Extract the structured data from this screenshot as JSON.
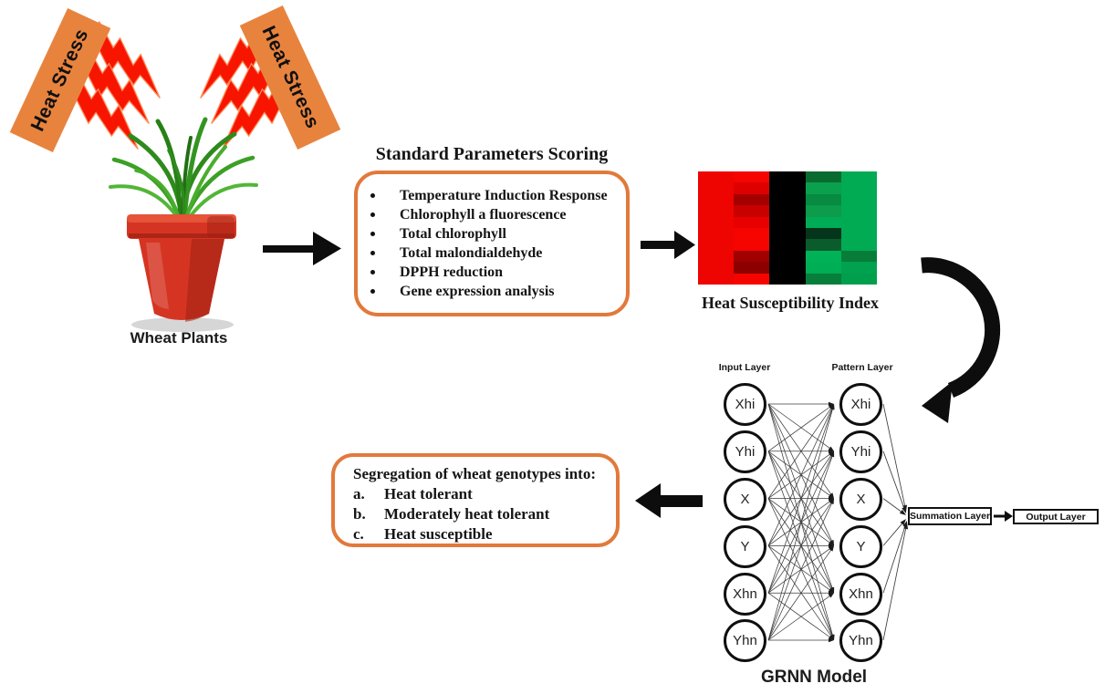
{
  "heat_stress": {
    "banner_left": "Heat Stress",
    "banner_right": "Heat Stress"
  },
  "plant": {
    "caption": "Wheat Plants"
  },
  "params": {
    "title": "Standard Parameters Scoring",
    "items": [
      "Temperature Induction Response",
      "Chlorophyll a fluorescence",
      "Total chlorophyll",
      "Total malondialdehyde",
      "DPPH reduction",
      "Gene expression analysis"
    ]
  },
  "hsi": {
    "caption": "Heat Susceptibility Index",
    "heatmap_cells": [
      [
        "#EE0400",
        "#F50400",
        "#000000",
        "#0A6B31",
        "#00AB53"
      ],
      [
        "#EE0400",
        "#DE0000",
        "#000000",
        "#0AA04E",
        "#00AB53"
      ],
      [
        "#EE0400",
        "#A50000",
        "#000000",
        "#078A41",
        "#00AB53"
      ],
      [
        "#EE0400",
        "#C90000",
        "#000000",
        "#0C9C4B",
        "#00AB53"
      ],
      [
        "#EE0400",
        "#E80000",
        "#000000",
        "#00AC55",
        "#00AB53"
      ],
      [
        "#EE0400",
        "#F50400",
        "#000000",
        "#05351B",
        "#00AB53"
      ],
      [
        "#EE0400",
        "#F50400",
        "#000000",
        "#0B5C2D",
        "#00AB53"
      ],
      [
        "#EE0400",
        "#A00000",
        "#000000",
        "#00B257",
        "#077D39"
      ],
      [
        "#EE0400",
        "#8C0000",
        "#000000",
        "#00AE55",
        "#00A14F"
      ],
      [
        "#EE0400",
        "#F50400",
        "#000000",
        "#087E3B",
        "#009F4D"
      ]
    ]
  },
  "grnn": {
    "caption": "GRNN Model",
    "input_layer_label": "Input Layer",
    "pattern_layer_label": "Pattern Layer",
    "nodes": [
      "Xhi",
      "Yhi",
      "X",
      "Y",
      "Xhn",
      "Yhn"
    ],
    "summation_label": "Summation Layer",
    "output_label": "Output Layer"
  },
  "segregation": {
    "title": "Segregation of wheat genotypes into:",
    "items": [
      {
        "key": "a.",
        "label": "Heat tolerant"
      },
      {
        "key": "b.",
        "label": "Moderately heat tolerant"
      },
      {
        "key": "c.",
        "label": "Heat susceptible"
      }
    ]
  },
  "colors": {
    "accent_orange": "#E2793B",
    "banner_orange": "#E8833E",
    "bolt_red": "#F71500",
    "arrow_black": "#0D0D0D"
  }
}
